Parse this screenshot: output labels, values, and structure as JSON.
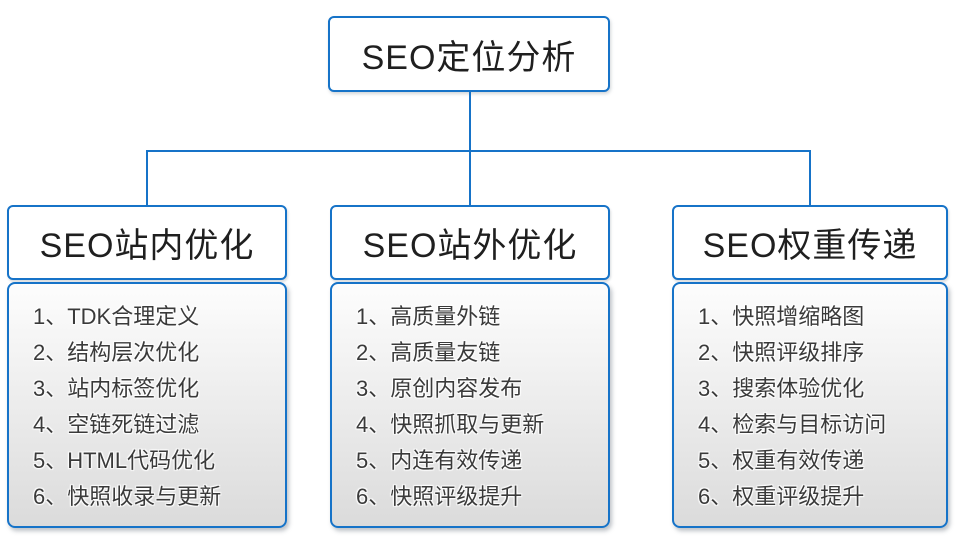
{
  "root": {
    "label": "SEO定位分析"
  },
  "columns": [
    {
      "header": "SEO站内优化",
      "items": [
        "1、TDK合理定义",
        "2、结构层次优化",
        "3、站内标签优化",
        "4、空链死链过滤",
        "5、HTML代码优化",
        "6、快照收录与更新"
      ]
    },
    {
      "header": "SEO站外优化",
      "items": [
        "1、高质量外链",
        "2、高质量友链",
        "3、原创内容发布",
        "4、快照抓取与更新",
        "5、内连有效传递",
        "6、快照评级提升"
      ]
    },
    {
      "header": "SEO权重传递",
      "items": [
        "1、快照增缩略图",
        "2、快照评级排序",
        "3、搜索体验优化",
        "4、检索与目标访问",
        "5、权重有效传递",
        "6、权重评级提升"
      ]
    }
  ],
  "colors": {
    "accent_blue": "#1673c8",
    "panel_gradient_top": "#fdfdfd",
    "panel_gradient_bottom": "#dbdbdb",
    "text_dark": "#1f1f1f",
    "text_list": "#3a3a3a"
  }
}
